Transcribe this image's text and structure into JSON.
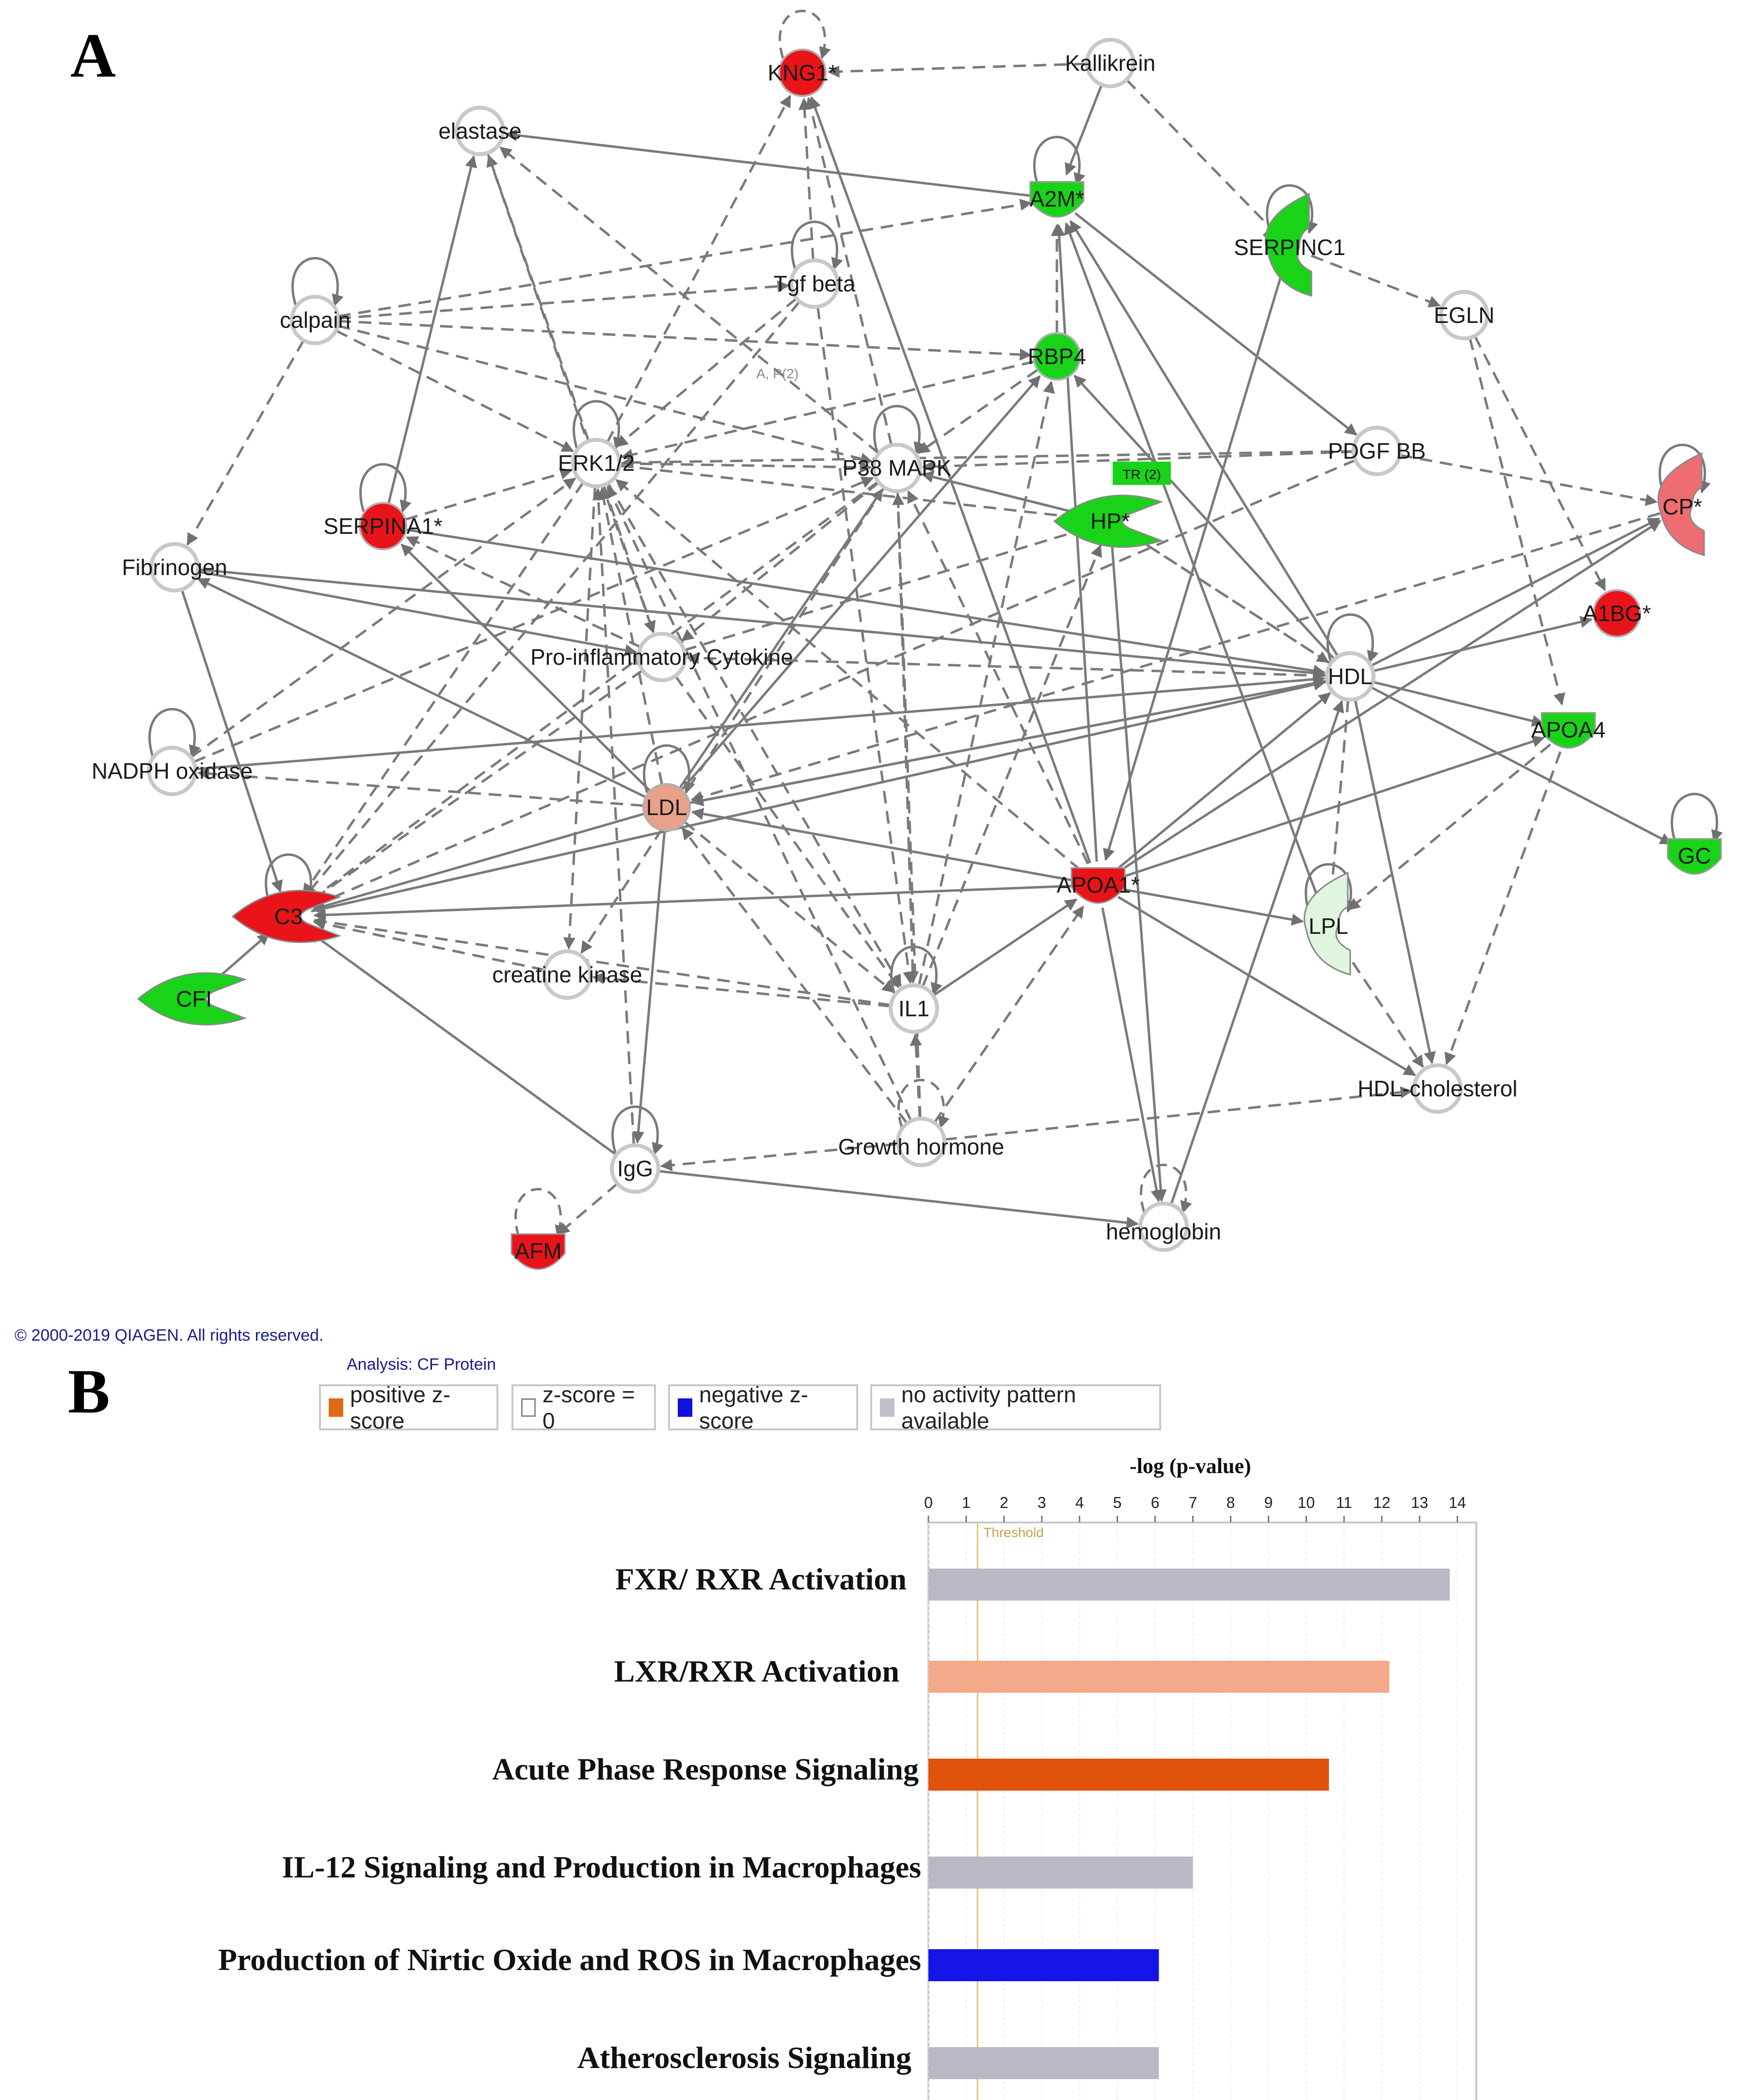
{
  "panels": {
    "a_letter": "A",
    "b_letter": "B"
  },
  "network": {
    "nodes": [
      {
        "id": "KNG1",
        "label": "KNG1*",
        "color": "#e8141a",
        "shape": "circle"
      },
      {
        "id": "Kallikrein",
        "label": "Kallikrein",
        "color": "#ffffff",
        "shape": "circle"
      },
      {
        "id": "elastase",
        "label": "elastase",
        "color": "#ffffff",
        "shape": "circle"
      },
      {
        "id": "A2M",
        "label": "A2M*",
        "color": "#19d319",
        "shape": "cup"
      },
      {
        "id": "SERPINC1",
        "label": "SERPINC1",
        "color": "#19d319",
        "shape": "cshape"
      },
      {
        "id": "Tgfbeta",
        "label": "Tgf beta",
        "color": "#ffffff",
        "shape": "circle"
      },
      {
        "id": "calpain",
        "label": "calpain",
        "color": "#ffffff",
        "shape": "circle"
      },
      {
        "id": "EGLN",
        "label": "EGLN",
        "color": "#ffffff",
        "shape": "circle"
      },
      {
        "id": "RBP4",
        "label": "RBP4",
        "color": "#19d319",
        "shape": "circle"
      },
      {
        "id": "PDGFBB",
        "label": "PDGF BB",
        "color": "#ffffff",
        "shape": "circle"
      },
      {
        "id": "CP",
        "label": "CP*",
        "color": "#ef6d72",
        "shape": "cshape"
      },
      {
        "id": "ERK12",
        "label": "ERK1/2",
        "color": "#ffffff",
        "shape": "circle"
      },
      {
        "id": "P38MAPK",
        "label": "P38 MAPK",
        "color": "#ffffff",
        "shape": "circle"
      },
      {
        "id": "HP",
        "label": "HP*",
        "color": "#19d319",
        "shape": "lens"
      },
      {
        "id": "SERPINA1",
        "label": "SERPINA1*",
        "color": "#e8141a",
        "shape": "circle"
      },
      {
        "id": "Fibrinogen",
        "label": "Fibrinogen",
        "color": "#ffffff",
        "shape": "circle"
      },
      {
        "id": "A1BG",
        "label": "A1BG*",
        "color": "#e8141a",
        "shape": "circle"
      },
      {
        "id": "ProInfl",
        "label": "Pro-inflammatory Cytokine",
        "color": "#ffffff",
        "shape": "circle"
      },
      {
        "id": "HDL",
        "label": "HDL",
        "color": "#ffffff",
        "shape": "circle"
      },
      {
        "id": "APOA4",
        "label": "APOA4",
        "color": "#19d319",
        "shape": "cup"
      },
      {
        "id": "NADPH",
        "label": "NADPH oxidase",
        "color": "#ffffff",
        "shape": "circle"
      },
      {
        "id": "LDL",
        "label": "LDL",
        "color": "#e8a08a",
        "shape": "circle"
      },
      {
        "id": "GC",
        "label": "GC",
        "color": "#19d319",
        "shape": "cup"
      },
      {
        "id": "APOA1",
        "label": "APOA1*",
        "color": "#e8141a",
        "shape": "cup"
      },
      {
        "id": "C3",
        "label": "C3",
        "color": "#e8141a",
        "shape": "lens"
      },
      {
        "id": "LPL",
        "label": "LPL",
        "color": "#dff5df",
        "shape": "cshape"
      },
      {
        "id": "CFI",
        "label": "CFI",
        "color": "#19d319",
        "shape": "lens"
      },
      {
        "id": "creatine",
        "label": "creatine kinase",
        "color": "#ffffff",
        "shape": "circle"
      },
      {
        "id": "IL1",
        "label": "IL1",
        "color": "#ffffff",
        "shape": "circle"
      },
      {
        "id": "HDLchol",
        "label": "HDL-cholesterol",
        "color": "#ffffff",
        "shape": "circle"
      },
      {
        "id": "GH",
        "label": "Growth hormone",
        "color": "#ffffff",
        "shape": "circle"
      },
      {
        "id": "IgG",
        "label": "IgG",
        "color": "#ffffff",
        "shape": "circle"
      },
      {
        "id": "hemoglobin",
        "label": "hemoglobin",
        "color": "#ffffff",
        "shape": "circle"
      },
      {
        "id": "AFM",
        "label": "AFM",
        "color": "#e8141a",
        "shape": "cup"
      }
    ],
    "edges": [
      {
        "from": "Kallikrein",
        "to": "KNG1",
        "style": "dashed"
      },
      {
        "from": "KNG1",
        "to": "KNG1",
        "style": "dashed",
        "self": true
      },
      {
        "from": "A2M",
        "to": "elastase",
        "style": "solid"
      },
      {
        "from": "Kallikrein",
        "to": "A2M",
        "style": "solid"
      },
      {
        "from": "Kallikrein",
        "to": "SERPINC1",
        "style": "dashed",
        "inhibit": true
      },
      {
        "from": "SERPINC1",
        "to": "SERPINC1",
        "style": "solid",
        "self": true
      },
      {
        "from": "A2M",
        "to": "A2M",
        "style": "solid",
        "self": true
      },
      {
        "from": "Tgfbeta",
        "to": "Tgfbeta",
        "style": "solid",
        "self": true
      },
      {
        "from": "calpain",
        "to": "calpain",
        "style": "solid",
        "self": true
      },
      {
        "from": "calpain",
        "to": "A2M",
        "style": "dashed"
      },
      {
        "from": "calpain",
        "to": "Tgfbeta",
        "style": "dashed"
      },
      {
        "from": "calpain",
        "to": "ERK12",
        "style": "dashed"
      },
      {
        "from": "calpain",
        "to": "P38MAPK",
        "style": "dashed"
      },
      {
        "from": "calpain",
        "to": "Fibrinogen",
        "style": "dashed"
      },
      {
        "from": "calpain",
        "to": "RBP4",
        "style": "dashed"
      },
      {
        "from": "ERK12",
        "to": "KNG1",
        "style": "dashed"
      },
      {
        "from": "P38MAPK",
        "to": "KNG1",
        "style": "dashed"
      },
      {
        "from": "Tgfbeta",
        "to": "KNG1",
        "style": "dashed"
      },
      {
        "from": "P38MAPK",
        "to": "elastase",
        "style": "dashed"
      },
      {
        "from": "ERK12",
        "to": "elastase",
        "style": "dashed"
      },
      {
        "from": "SERPINA1",
        "to": "elastase",
        "style": "solid"
      },
      {
        "from": "SERPINA1",
        "to": "SERPINA1",
        "style": "solid",
        "self": true
      },
      {
        "from": "SERPINA1",
        "to": "ERK12",
        "style": "dashed"
      },
      {
        "from": "SERPINA1",
        "to": "HDL",
        "style": "solid"
      },
      {
        "from": "ERK12",
        "to": "ERK12",
        "style": "solid",
        "self": true
      },
      {
        "from": "P38MAPK",
        "to": "P38MAPK",
        "style": "solid",
        "self": true
      },
      {
        "from": "ERK12",
        "to": "P38MAPK",
        "style": "dashed"
      },
      {
        "from": "PDGFBB",
        "to": "ERK12",
        "style": "dashed"
      },
      {
        "from": "PDGFBB",
        "to": "P38MAPK",
        "style": "dashed"
      },
      {
        "from": "PDGFBB",
        "to": "CP",
        "style": "dashed"
      },
      {
        "from": "A2M",
        "to": "PDGFBB",
        "style": "solid"
      },
      {
        "from": "EGLN",
        "to": "A1BG",
        "style": "dashed"
      },
      {
        "from": "EGLN",
        "to": "APOA4",
        "style": "dashed"
      },
      {
        "from": "SERPINC1",
        "to": "EGLN",
        "style": "dashed"
      },
      {
        "from": "CP",
        "to": "CP",
        "style": "solid",
        "self": true
      },
      {
        "from": "HP",
        "to": "P38MAPK",
        "style": "dashed"
      },
      {
        "from": "P38MAPK",
        "to": "HP",
        "style": "solid"
      },
      {
        "from": "RBP4",
        "to": "ERK12",
        "style": "dashed"
      },
      {
        "from": "RBP4",
        "to": "P38MAPK",
        "style": "dashed"
      },
      {
        "from": "RBP4",
        "to": "A2M",
        "style": "dashed"
      },
      {
        "from": "HDL",
        "to": "HDL",
        "style": "solid",
        "self": true
      },
      {
        "from": "HDL",
        "to": "A1BG",
        "style": "solid"
      },
      {
        "from": "HDL",
        "to": "APOA4",
        "style": "solid"
      },
      {
        "from": "HDL",
        "to": "GC",
        "style": "solid"
      },
      {
        "from": "HDL",
        "to": "HDLchol",
        "style": "solid"
      },
      {
        "from": "HDL",
        "to": "RBP4",
        "style": "solid"
      },
      {
        "from": "HDL",
        "to": "A2M",
        "style": "solid"
      },
      {
        "from": "HDL",
        "to": "LPL",
        "style": "dashed",
        "inhibit": true
      },
      {
        "from": "HDL",
        "to": "ProInfl",
        "style": "dashed"
      },
      {
        "from": "HDL",
        "to": "LDL",
        "style": "solid"
      },
      {
        "from": "HDL",
        "to": "C3",
        "style": "dashed"
      },
      {
        "from": "HDL",
        "to": "HP",
        "style": "dashed"
      },
      {
        "from": "APOA1",
        "to": "HDL",
        "style": "solid"
      },
      {
        "from": "APOA1",
        "to": "APOA4",
        "style": "solid"
      },
      {
        "from": "APOA1",
        "to": "CP",
        "style": "solid"
      },
      {
        "from": "APOA1",
        "to": "C3",
        "style": "solid"
      },
      {
        "from": "APOA1",
        "to": "LDL",
        "style": "solid"
      },
      {
        "from": "APOA1",
        "to": "HDLchol",
        "style": "solid"
      },
      {
        "from": "APOA1",
        "to": "hemoglobin",
        "style": "solid"
      },
      {
        "from": "APOA1",
        "to": "A2M",
        "style": "solid"
      },
      {
        "from": "APOA1",
        "to": "ERK12",
        "style": "dashed"
      },
      {
        "from": "APOA1",
        "to": "P38MAPK",
        "style": "dashed"
      },
      {
        "from": "APOA1",
        "to": "LPL",
        "style": "solid"
      },
      {
        "from": "LPL",
        "to": "LPL",
        "style": "solid",
        "self": true
      },
      {
        "from": "LPL",
        "to": "HDLchol",
        "style": "dashed"
      },
      {
        "from": "LPL",
        "to": "A2M",
        "style": "solid"
      },
      {
        "from": "APOA4",
        "to": "LPL",
        "style": "dashed"
      },
      {
        "from": "APOA4",
        "to": "HDLchol",
        "style": "dashed"
      },
      {
        "from": "GC",
        "to": "GC",
        "style": "solid",
        "self": true
      },
      {
        "from": "LDL",
        "to": "LDL",
        "style": "solid",
        "self": true
      },
      {
        "from": "LDL",
        "to": "SERPINA1",
        "style": "solid"
      },
      {
        "from": "LDL",
        "to": "C3",
        "style": "solid"
      },
      {
        "from": "LDL",
        "to": "IgG",
        "style": "solid"
      },
      {
        "from": "LDL",
        "to": "Fibrinogen",
        "style": "solid"
      },
      {
        "from": "LDL",
        "to": "ERK12",
        "style": "dashed"
      },
      {
        "from": "LDL",
        "to": "P38MAPK",
        "style": "solid"
      },
      {
        "from": "LDL",
        "to": "RBP4",
        "style": "solid"
      },
      {
        "from": "LDL",
        "to": "HDL",
        "style": "solid"
      },
      {
        "from": "LDL",
        "to": "IL1",
        "style": "dashed"
      },
      {
        "from": "LDL",
        "to": "NADPH",
        "style": "dashed"
      },
      {
        "from": "C3",
        "to": "C3",
        "style": "solid",
        "self": true
      },
      {
        "from": "CFI",
        "to": "C3",
        "style": "solid"
      },
      {
        "from": "Fibrinogen",
        "to": "C3",
        "style": "solid"
      },
      {
        "from": "Fibrinogen",
        "to": "ProInfl",
        "style": "solid"
      },
      {
        "from": "NADPH",
        "to": "NADPH",
        "style": "solid",
        "self": true
      },
      {
        "from": "NADPH",
        "to": "ERK12",
        "style": "dashed"
      },
      {
        "from": "NADPH",
        "to": "P38MAPK",
        "style": "dashed"
      },
      {
        "from": "ProInfl",
        "to": "C3",
        "style": "dashed"
      },
      {
        "from": "ProInfl",
        "to": "IL1",
        "style": "dashed"
      },
      {
        "from": "ProInfl",
        "to": "SERPINA1",
        "style": "dashed"
      },
      {
        "from": "ERK12",
        "to": "ProInfl",
        "style": "dashed"
      },
      {
        "from": "P38MAPK",
        "to": "ProInfl",
        "style": "dashed"
      },
      {
        "from": "ERK12",
        "to": "IL1",
        "style": "dashed"
      },
      {
        "from": "P38MAPK",
        "to": "IL1",
        "style": "dashed"
      },
      {
        "from": "ERK12",
        "to": "C3",
        "style": "dashed"
      },
      {
        "from": "P38MAPK",
        "to": "C3",
        "style": "dashed"
      },
      {
        "from": "Tgfbeta",
        "to": "C3",
        "style": "dashed"
      },
      {
        "from": "Tgfbeta",
        "to": "IL1",
        "style": "dashed"
      },
      {
        "from": "IL1",
        "to": "IL1",
        "style": "solid",
        "self": true
      },
      {
        "from": "IL1",
        "to": "C3",
        "style": "dashed"
      },
      {
        "from": "IL1",
        "to": "HP",
        "style": "dashed"
      },
      {
        "from": "IL1",
        "to": "APOA1",
        "style": "solid"
      },
      {
        "from": "IL1",
        "to": "RBP4",
        "style": "dashed"
      },
      {
        "from": "IL1",
        "to": "creatine",
        "style": "dashed"
      },
      {
        "from": "GH",
        "to": "GH",
        "style": "dashed",
        "self": true
      },
      {
        "from": "GH",
        "to": "IL1",
        "style": "dashed"
      },
      {
        "from": "GH",
        "to": "LDL",
        "style": "dashed"
      },
      {
        "from": "GH",
        "to": "HDLchol",
        "style": "dashed"
      },
      {
        "from": "GH",
        "to": "APOA1",
        "style": "dashed"
      },
      {
        "from": "GH",
        "to": "IgG",
        "style": "dashed"
      },
      {
        "from": "GH",
        "to": "ERK12",
        "style": "dashed"
      },
      {
        "from": "GH",
        "to": "P38MAPK",
        "style": "dashed"
      },
      {
        "from": "creatine",
        "to": "C3",
        "style": "dashed"
      },
      {
        "from": "ERK12",
        "to": "creatine",
        "style": "dashed"
      },
      {
        "from": "P38MAPK",
        "to": "creatine",
        "style": "dashed"
      },
      {
        "from": "IgG",
        "to": "IgG",
        "style": "solid",
        "self": true
      },
      {
        "from": "IgG",
        "to": "C3",
        "style": "solid"
      },
      {
        "from": "IgG",
        "to": "AFM",
        "style": "dashed"
      },
      {
        "from": "IgG",
        "to": "hemoglobin",
        "style": "solid"
      },
      {
        "from": "IgG",
        "to": "ERK12",
        "style": "dashed"
      },
      {
        "from": "AFM",
        "to": "AFM",
        "style": "dashed",
        "self": true
      },
      {
        "from": "hemoglobin",
        "to": "hemoglobin",
        "style": "dashed",
        "self": true
      },
      {
        "from": "hemoglobin",
        "to": "HDL",
        "style": "solid"
      },
      {
        "from": "HP",
        "to": "hemoglobin",
        "style": "solid"
      },
      {
        "from": "HP",
        "to": "HDL",
        "style": "dashed"
      },
      {
        "from": "ProInfl",
        "to": "HP",
        "style": "dashed"
      },
      {
        "from": "ERK12",
        "to": "HP",
        "style": "dashed"
      },
      {
        "from": "C3",
        "to": "HDL",
        "style": "solid"
      },
      {
        "from": "NADPH",
        "to": "HDL",
        "style": "solid"
      },
      {
        "from": "Fibrinogen",
        "to": "HDL",
        "style": "solid"
      },
      {
        "from": "PDGFBB",
        "to": "C3",
        "style": "dashed"
      },
      {
        "from": "CP",
        "to": "LDL",
        "style": "dashed"
      },
      {
        "from": "HDL",
        "to": "CP",
        "style": "solid"
      },
      {
        "from": "SERPINC1",
        "to": "APOA1",
        "style": "solid"
      },
      {
        "from": "APOA1",
        "to": "KNG1",
        "style": "solid"
      },
      {
        "from": "elastase",
        "to": "ProInfl",
        "style": "dashed"
      },
      {
        "from": "Tgfbeta",
        "to": "ERK12",
        "style": "dashed"
      }
    ],
    "edge_annotations": [
      {
        "text": "A, P(2)",
        "near": "Tgfbeta"
      },
      {
        "text": "TR (2)",
        "near": "HP"
      }
    ]
  },
  "copyright": "© 2000-2019 QIAGEN. All rights reserved.",
  "legend": {
    "analysis_label": "Analysis: CF Protein",
    "items": [
      {
        "label": "positive z-score",
        "color": "#e06a17"
      },
      {
        "label": "z-score = 0",
        "color": "#ffffff"
      },
      {
        "label": "negative z-score",
        "color": "#1010e0"
      },
      {
        "label": "no activity pattern available",
        "color": "#c0c0c8"
      }
    ]
  },
  "chart_data": {
    "type": "bar",
    "orientation": "horizontal",
    "xlabel": "-log (p-value)",
    "xlim": [
      0,
      14.5
    ],
    "xticks": [
      0,
      1,
      2,
      3,
      4,
      5,
      6,
      7,
      8,
      9,
      10,
      11,
      12,
      13,
      14
    ],
    "threshold": {
      "value": 1.3,
      "label": "Threshold"
    },
    "categories": [
      "FXR/ RXR Activation",
      "LXR/RXR Activation",
      "Acute Phase Response Signaling",
      "IL-12 Signaling and Production in Macrophages",
      "Production of Nirtic Oxide and ROS in Macrophages",
      "Atherosclerosis Signaling"
    ],
    "values": [
      13.8,
      12.2,
      10.6,
      7.0,
      6.1,
      6.1
    ],
    "bar_colors": [
      "#b9b9c6",
      "#f3a98a",
      "#e0520c",
      "#b9b9c6",
      "#1414e6",
      "#b9b9c6"
    ]
  }
}
